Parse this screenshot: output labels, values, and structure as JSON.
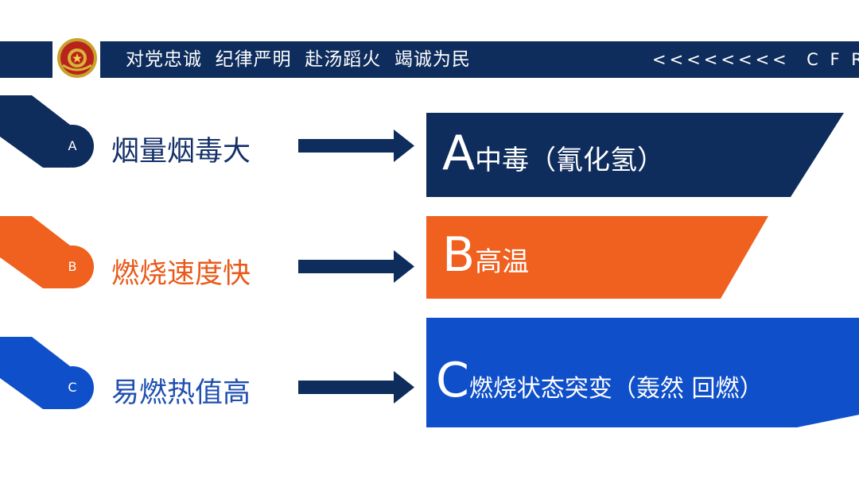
{
  "header": {
    "motto": "对党忠诚  纪律严明  赴汤蹈火  竭诚为民",
    "tag": "<<<<<<<<  C F R"
  },
  "items": [
    {
      "letter": "A",
      "cause": "烟量烟毒大",
      "result_letter": "A",
      "result_text": "中毒（氰化氢）",
      "color": "#0e2d5c"
    },
    {
      "letter": "B",
      "cause": "燃烧速度快",
      "result_letter": "B",
      "result_text": "高温",
      "color": "#f0601e"
    },
    {
      "letter": "C",
      "cause": "易燃热值高",
      "result_letter": "C",
      "result_text": "燃烧状态突变（轰然 回燃）",
      "color": "#0f4fc9"
    }
  ],
  "colors": {
    "navy": "#0e2d5c",
    "orange": "#f0601e",
    "blue": "#0f4fc9",
    "cause_a": "#14306a",
    "cause_b": "#e85a1a",
    "cause_c": "#1f4fb0"
  }
}
